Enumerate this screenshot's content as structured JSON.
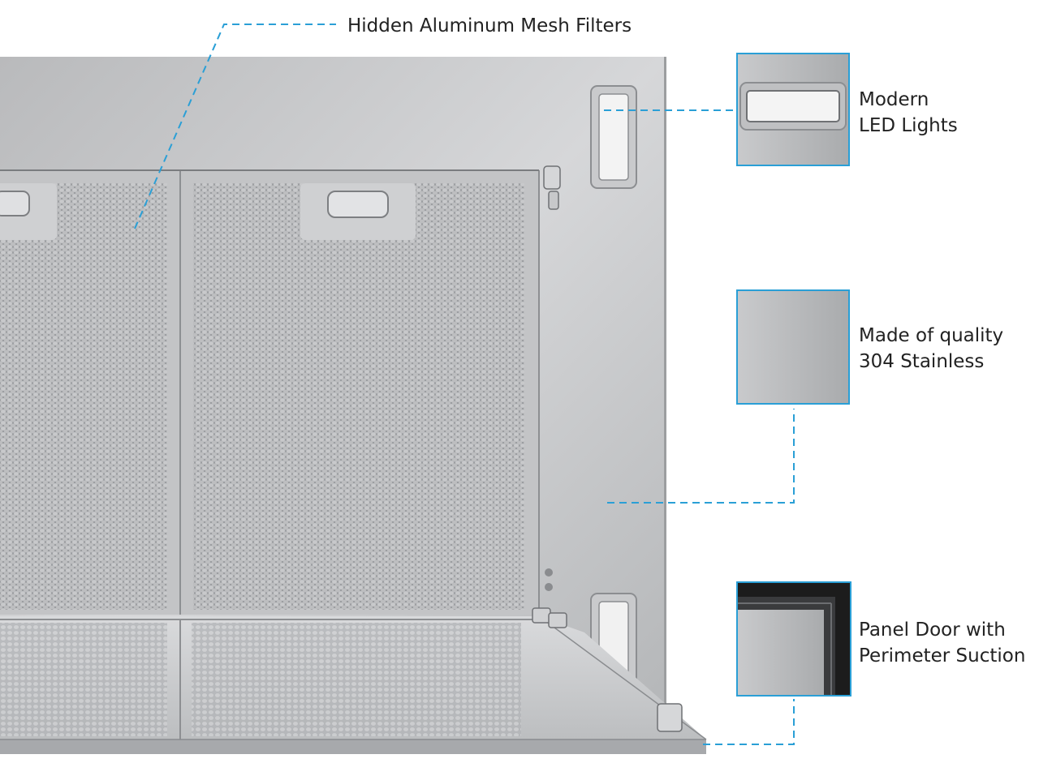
{
  "callouts": {
    "filters": {
      "line1": "Hidden Aluminum Mesh Filters"
    },
    "lights": {
      "line1": "Modern",
      "line2": "LED Lights"
    },
    "stainless": {
      "line1": "Made of quality",
      "line2": "304 Stainless"
    },
    "door": {
      "line1": "Panel Door with",
      "line2": "Perimeter Suction"
    }
  },
  "colors": {
    "callout_line": "#2a9fd6",
    "steel_light": "#d4d5d7",
    "steel_dark": "#a6a8ab"
  }
}
